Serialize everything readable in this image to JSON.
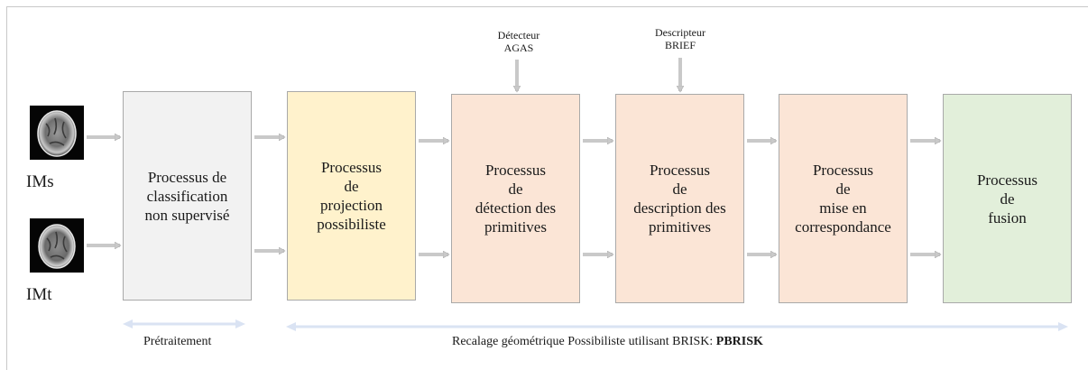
{
  "images": {
    "source_label": "IMs",
    "target_label": "IMt"
  },
  "boxes": {
    "preprocessing": "Processus de\nclassification\nnon supervisé",
    "projection": "Processus\nde\nprojection\npossibiliste",
    "detection": "Processus\nde\ndétection des\nprimitives",
    "description": "Processus\nde\ndescription des\nprimitives",
    "matching": "Processus\nde\nmise en\ncorrespondance",
    "fusion": "Processus\nde\nfusion"
  },
  "inputs": {
    "detector": "Détecteur\nAGAS",
    "descriptor": "Descripteur\nBRIEF"
  },
  "footer": {
    "preprocessing": "Prétraitement",
    "registration_prefix": "Recalage géométrique Possibiliste utilisant BRISK: ",
    "registration_acronym": "PBRISK"
  },
  "colors": {
    "preprocessing": "#f2f2f2",
    "projection": "#fff2cc",
    "detection": "#fbe5d6",
    "description": "#fbe5d6",
    "matching": "#fbe5d6",
    "fusion": "#e2efda",
    "arrow": "#c9c9c9",
    "range_arrow": "#dae3f3"
  }
}
